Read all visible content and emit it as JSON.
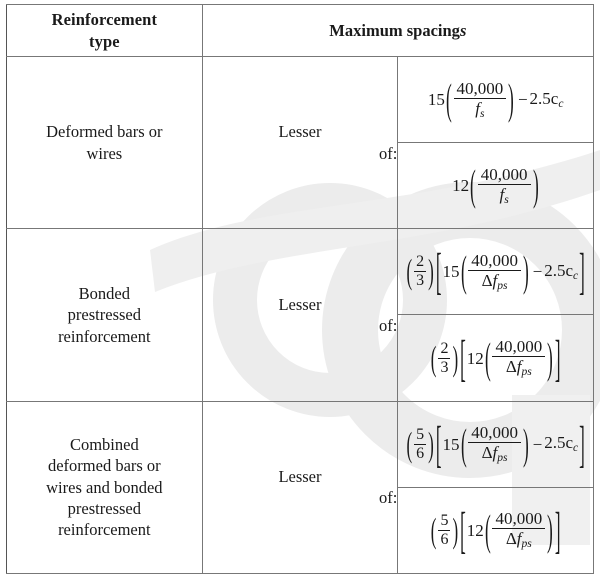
{
  "document": {
    "kind": "engineering-table",
    "title": "Maximum spacing of reinforcement"
  },
  "watermark": {
    "visible": true,
    "color": "#ebebeb",
    "glyphs": [
      "C",
      "O"
    ]
  },
  "table": {
    "header": {
      "col_type_line1": "Reinforcement",
      "col_type_line2": "type",
      "col_spacing_text": "Maximum spacing",
      "col_spacing_symbol": "s"
    },
    "lesser_label": {
      "line1": "Lesser",
      "line2": "of:"
    },
    "rows": [
      {
        "id": "deformed-bars-or-wires",
        "type_lines": [
          "Deformed bars or",
          "wires"
        ],
        "qualifier": "Lesser of:",
        "formulas": [
          {
            "id": "deformed-15",
            "plain": "15(40,000/f_s) - 2.5c_c",
            "multiplier": null,
            "coefficient": "15",
            "numerator": "40,000",
            "denominator_symbol": "f",
            "denominator_subscript": "s",
            "denominator_delta": false,
            "tail": "2.5c",
            "tail_subscript": "c",
            "has_tail": true,
            "has_brackets": false
          },
          {
            "id": "deformed-12",
            "plain": "12(40,000/f_s)",
            "multiplier": null,
            "coefficient": "12",
            "numerator": "40,000",
            "denominator_symbol": "f",
            "denominator_subscript": "s",
            "denominator_delta": false,
            "tail": null,
            "tail_subscript": null,
            "has_tail": false,
            "has_brackets": false
          }
        ]
      },
      {
        "id": "bonded-prestressed-reinforcement",
        "type_lines": [
          "Bonded",
          "prestressed",
          "reinforcement"
        ],
        "qualifier": "Lesser of:",
        "formulas": [
          {
            "id": "bonded-15",
            "plain": "(2/3)[15(40,000/Δf_ps) - 2.5c_c]",
            "multiplier": {
              "num": "2",
              "den": "3"
            },
            "coefficient": "15",
            "numerator": "40,000",
            "denominator_symbol": "f",
            "denominator_subscript": "ps",
            "denominator_delta": true,
            "tail": "2.5c",
            "tail_subscript": "c",
            "has_tail": true,
            "has_brackets": true
          },
          {
            "id": "bonded-12",
            "plain": "(2/3)[12(40,000/Δf_ps)]",
            "multiplier": {
              "num": "2",
              "den": "3"
            },
            "coefficient": "12",
            "numerator": "40,000",
            "denominator_symbol": "f",
            "denominator_subscript": "ps",
            "denominator_delta": true,
            "tail": null,
            "tail_subscript": null,
            "has_tail": false,
            "has_brackets": true
          }
        ]
      },
      {
        "id": "combined-deformed-and-bonded-prestressed",
        "type_lines": [
          "Combined",
          "deformed bars or",
          "wires and bonded",
          "prestressed",
          "reinforcement"
        ],
        "qualifier": "Lesser of:",
        "formulas": [
          {
            "id": "combined-15",
            "plain": "(5/6)[15(40,000/Δf_ps) - 2.5c_c]",
            "multiplier": {
              "num": "5",
              "den": "6"
            },
            "coefficient": "15",
            "numerator": "40,000",
            "denominator_symbol": "f",
            "denominator_subscript": "ps",
            "denominator_delta": true,
            "tail": "2.5c",
            "tail_subscript": "c",
            "has_tail": true,
            "has_brackets": true
          },
          {
            "id": "combined-12",
            "plain": "(5/6)[12(40,000/Δf_ps)]",
            "multiplier": {
              "num": "5",
              "den": "6"
            },
            "coefficient": "12",
            "numerator": "40,000",
            "denominator_symbol": "f",
            "denominator_subscript": "ps",
            "denominator_delta": true,
            "tail": null,
            "tail_subscript": null,
            "has_tail": false,
            "has_brackets": true
          }
        ]
      }
    ],
    "symbols": {
      "delta": "Δ",
      "lparen": "(",
      "rparen": ")",
      "lbracket": "[",
      "rbracket": "]",
      "minus": "−"
    }
  }
}
